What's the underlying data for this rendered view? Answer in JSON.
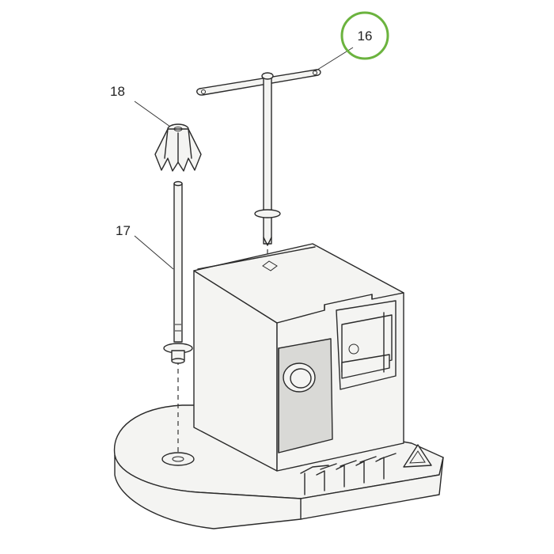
{
  "diagram": {
    "callouts": [
      {
        "id": "16",
        "label": "16",
        "highlighted": true
      },
      {
        "id": "17",
        "label": "17",
        "highlighted": false
      },
      {
        "id": "18",
        "label": "18",
        "highlighted": false
      }
    ],
    "highlight_color": "#6bb33e"
  }
}
